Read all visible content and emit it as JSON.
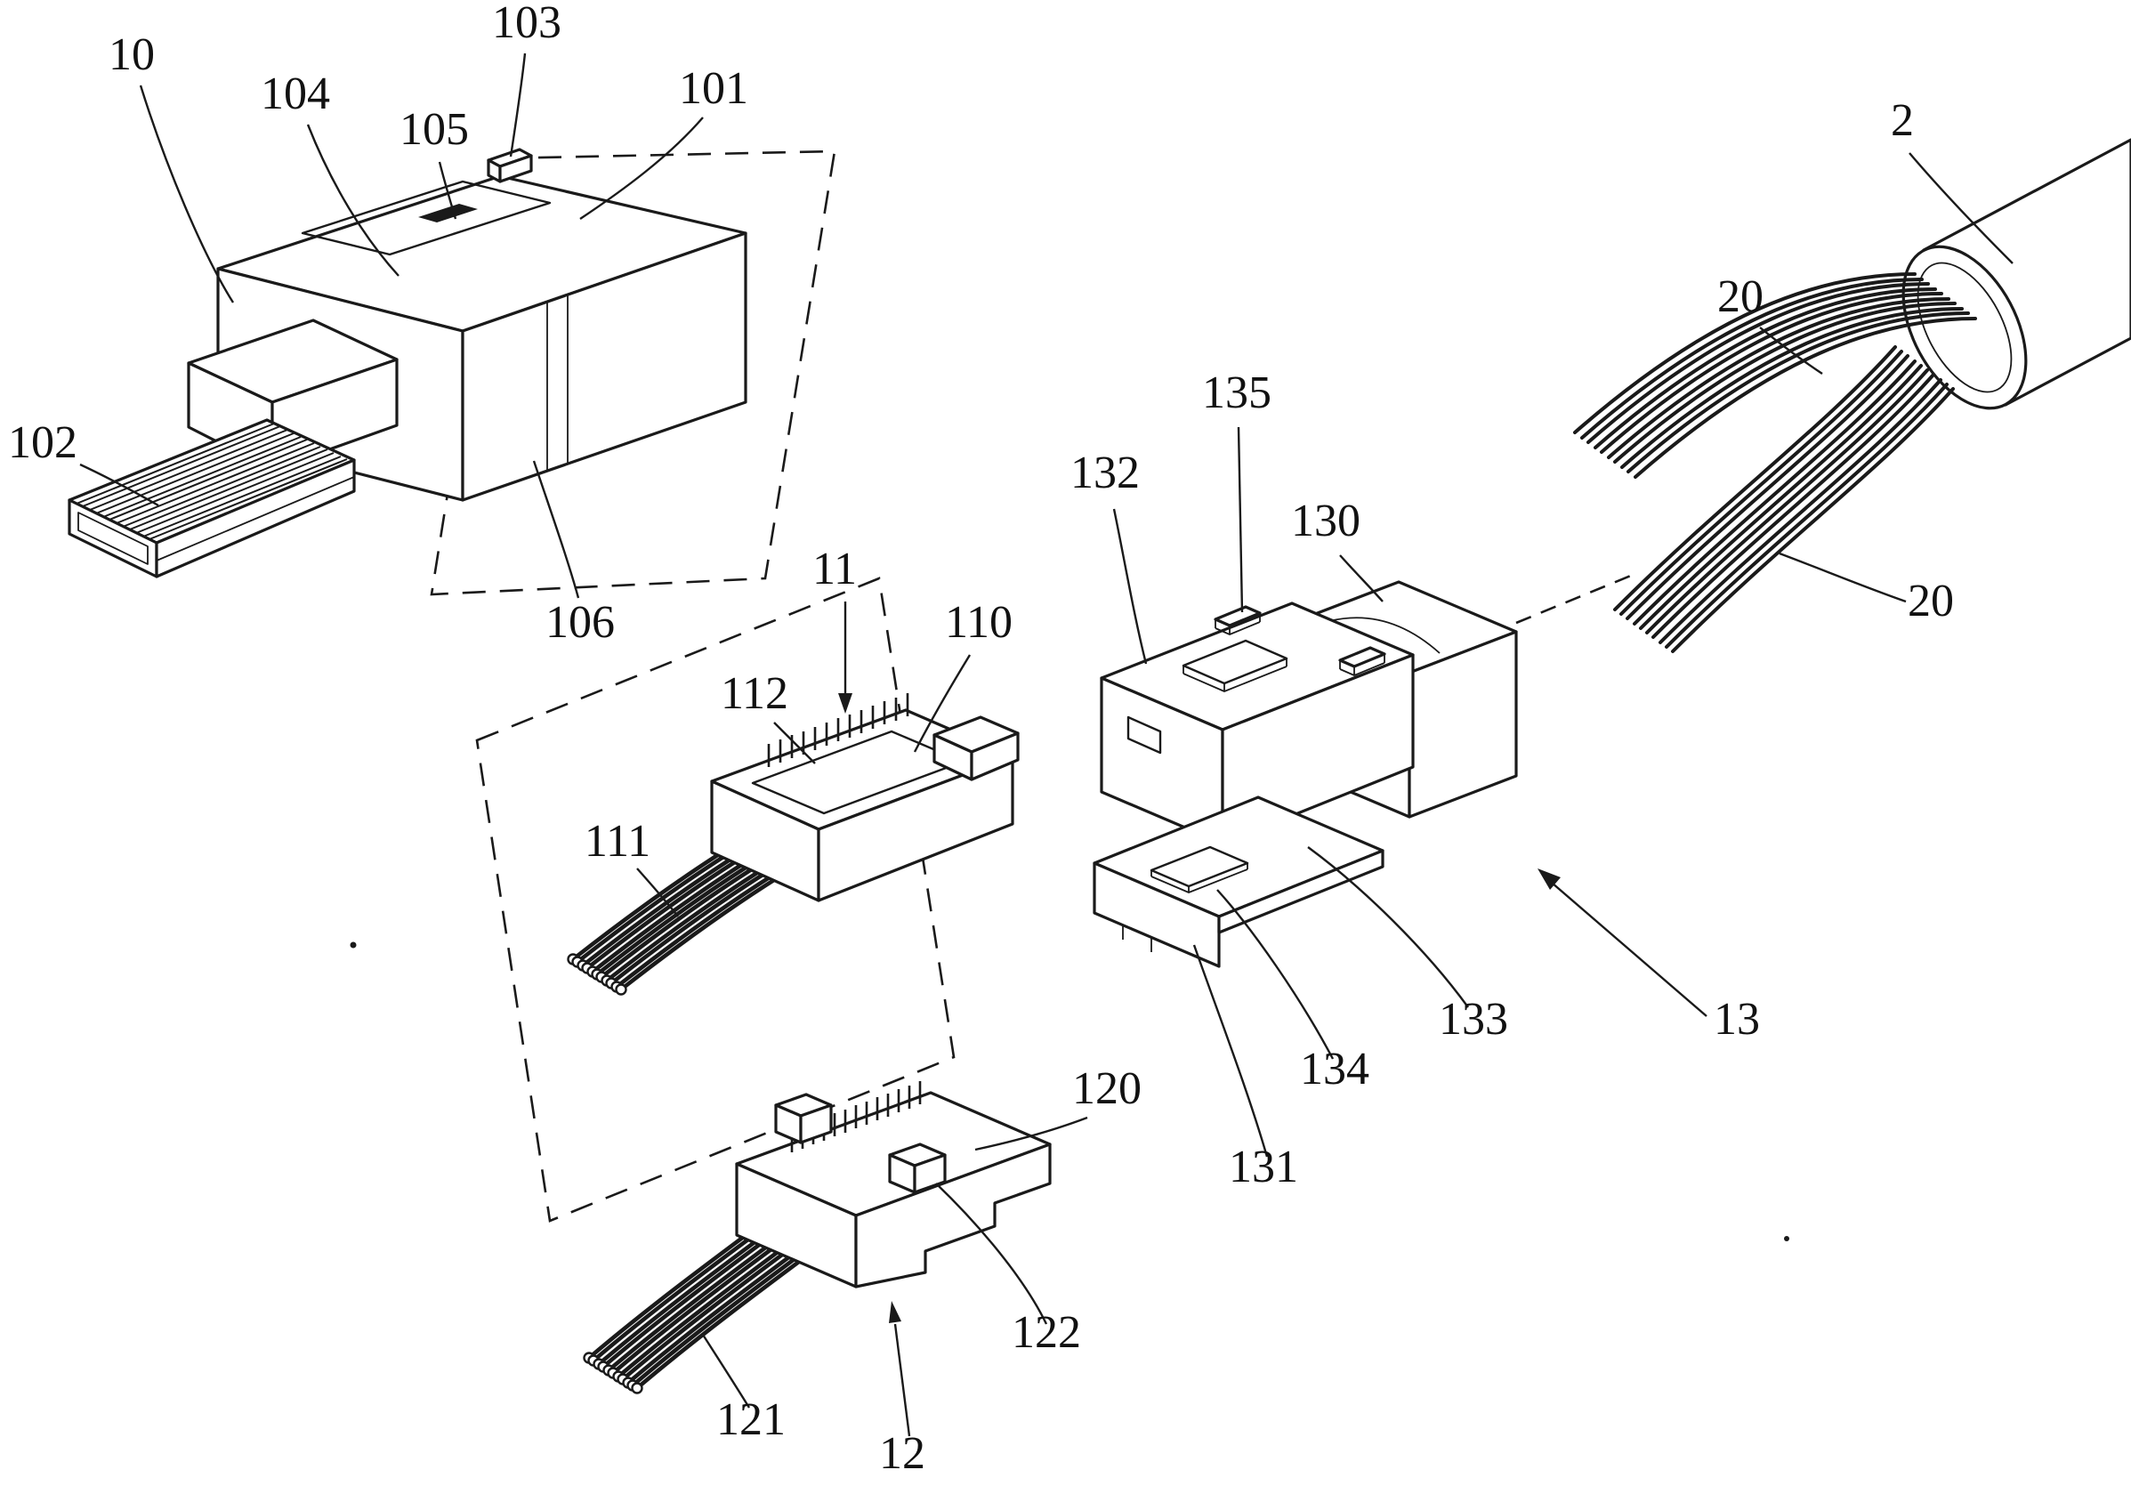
{
  "figure": {
    "background_color": "#ffffff",
    "line_color": "#1a1a1a",
    "label_color": "#111111"
  },
  "labels": {
    "n10": "10",
    "n101": "101",
    "n102": "102",
    "n103": "103",
    "n104": "104",
    "n105": "105",
    "n106": "106",
    "n11": "11",
    "n110": "110",
    "n111": "111",
    "n112": "112",
    "n12": "12",
    "n120": "120",
    "n121": "121",
    "n122": "122",
    "n13": "13",
    "n130": "130",
    "n131": "131",
    "n132": "132",
    "n133": "133",
    "n134": "134",
    "n135": "135",
    "n2": "2",
    "n20_upper": "20",
    "n20_lower": "20"
  }
}
